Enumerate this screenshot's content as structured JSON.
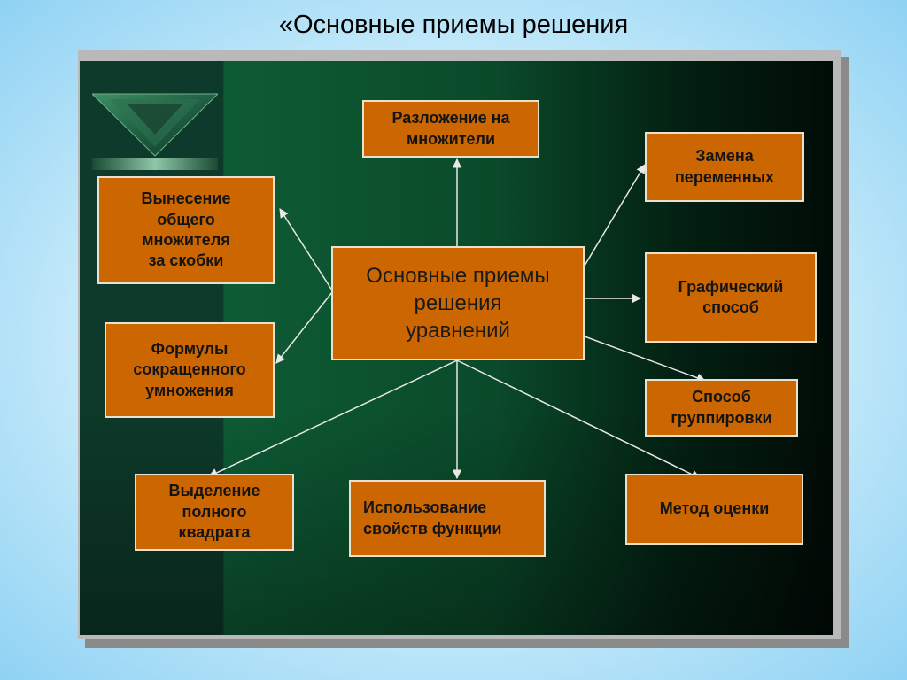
{
  "slide": {
    "title": "«Основные приемы решения"
  },
  "diagram": {
    "center": "Основные приемы\nрешения\nуравнений",
    "nodes": {
      "factorization": "Разложение на\nмножители",
      "substitution": "Замена\nпеременных",
      "common_factor": "Вынесение\nобщего\nмножителя\nза скобки",
      "graphical": "Графический\nспособ",
      "formulas": "Формулы\nсокращенного\nумножения",
      "grouping": "Способ\nгруппировки",
      "square": "Выделение\nполного\nквадрата",
      "function_props": "Использование\nсвойств функции",
      "estimation": "Метод оценки"
    }
  },
  "colors": {
    "box_fill": "#cc6600",
    "box_border": "#e9e1cf",
    "arrow": "#e8e8e8",
    "board_green": "#0e5c35"
  }
}
